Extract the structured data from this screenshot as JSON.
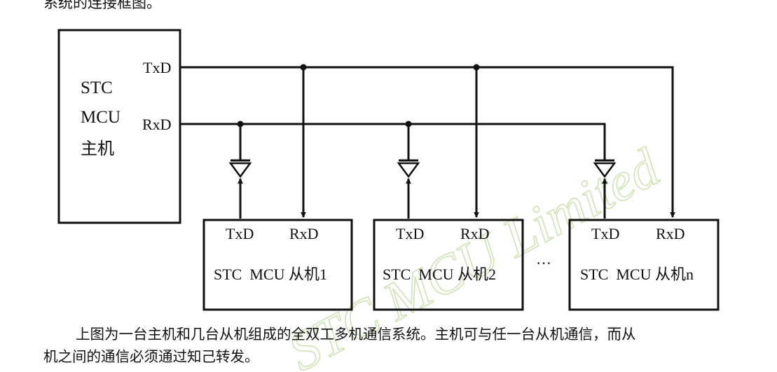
{
  "header_text": "系统的连接框图。",
  "master": {
    "line1": "STC",
    "line2": "MCU",
    "line3": "主机",
    "tx_label": "TxD",
    "rx_label": "RxD"
  },
  "slaves": [
    {
      "tx_label": "TxD",
      "rx_label": "RxD",
      "name": "STC  MCU 从机1"
    },
    {
      "tx_label": "TxD",
      "rx_label": "RxD",
      "name": "STC  MCU 从机2"
    },
    {
      "tx_label": "TxD",
      "rx_label": "RxD",
      "name": "STC  MCU 从机n"
    }
  ],
  "ellipsis": "···",
  "watermark": "STC  MCU  Limited",
  "caption_line1": "上图为一台主机和几台从机组成的全双工多机通信系统。主机可与任一台从机通信，而从",
  "caption_line2": "机之间的通信必须通过知己转发。"
}
